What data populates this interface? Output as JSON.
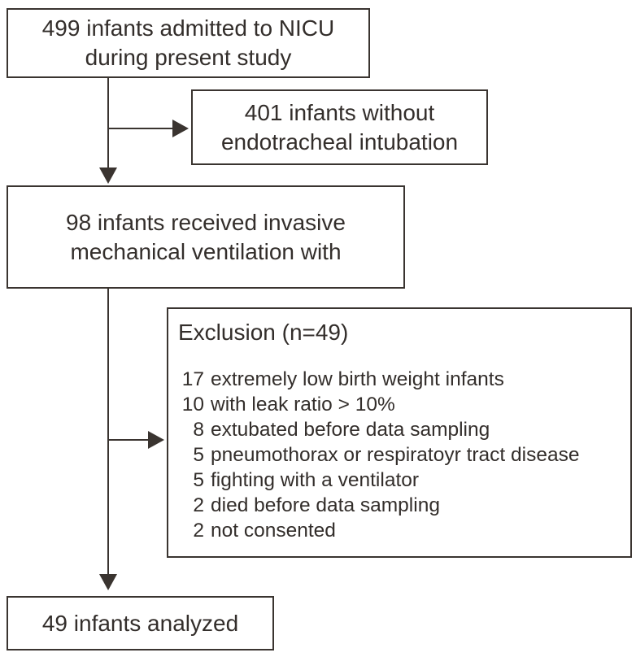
{
  "figure": {
    "type": "study-flow-diagram",
    "colors": {
      "ink": "#3a3430",
      "background": "#ffffff"
    },
    "boxes": {
      "admitted": {
        "line1": "499 infants admitted to NICU",
        "line2": "during present study"
      },
      "no_intubation": {
        "line1": "401 infants without",
        "line2": "endotracheal intubation"
      },
      "ventilated": {
        "line1": "98 infants received invasive",
        "line2": "mechanical ventilation with"
      },
      "exclusion": {
        "title": "Exclusion (n=49)",
        "items": [
          {
            "count": "17",
            "label": "extremely low birth weight infants"
          },
          {
            "count": "10",
            "label": "with leak ratio > 10%"
          },
          {
            "count": "8",
            "label": "extubated before data sampling"
          },
          {
            "count": "5",
            "label": "pneumothorax or respiratoyr tract disease"
          },
          {
            "count": "5",
            "label": "fighting with a ventilator"
          },
          {
            "count": "2",
            "label": "died before data sampling"
          },
          {
            "count": "2",
            "label": "not consented"
          }
        ]
      },
      "analyzed": {
        "line1": "49 infants analyzed"
      }
    }
  }
}
